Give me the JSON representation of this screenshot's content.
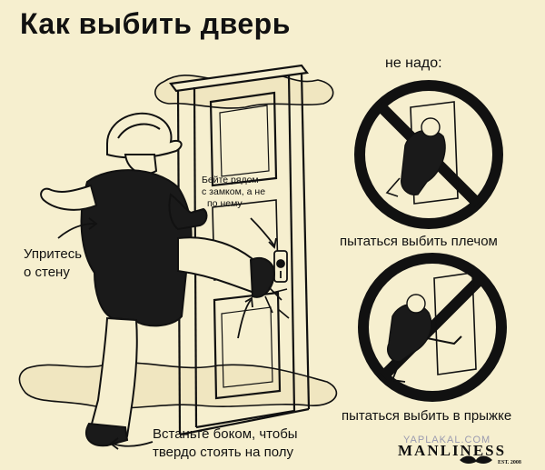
{
  "title": "Как выбить дверь",
  "labels": {
    "dont": "не надо:",
    "near_lock": [
      "Бейте рядом",
      "с замком, а не",
      "по нему"
    ],
    "lean": [
      "Упритесь",
      "о стену"
    ],
    "stance": [
      "Встаньте боком, чтобы",
      "твердо стоять на полу"
    ],
    "shoulder": "пытаться выбить плечом",
    "jump": "пытаться выбить в прыжке"
  },
  "watermark": {
    "site": "YAPLAKAL.COM",
    "brand": "MANLINESS",
    "est": "EST. 2008"
  },
  "colors": {
    "background": "#f6efcf",
    "ink": "#111111",
    "dust": "#f0e6c0"
  }
}
